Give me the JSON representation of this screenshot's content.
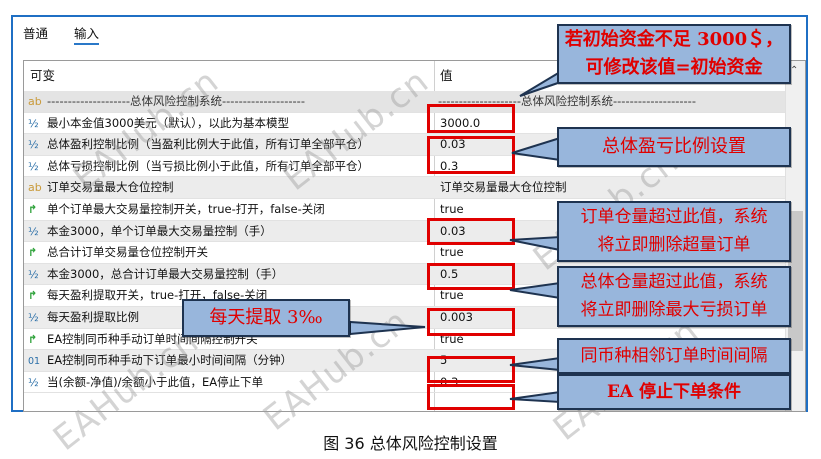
{
  "tabs": [
    {
      "label": "普通",
      "active": false
    },
    {
      "label": "输入",
      "active": true
    }
  ],
  "table": {
    "columns": {
      "variable": "可变",
      "value": "值"
    },
    "rows": [
      {
        "icon": "ab",
        "label": "--------------------总体风险控制系统--------------------",
        "value": "--------------------总体风险控制系统--------------------",
        "type": "section"
      },
      {
        "icon": "½",
        "label": "最小本金值3000美元（默认），以此为基本模型",
        "value": "3000.0",
        "type": "double"
      },
      {
        "icon": "½",
        "label": "总体盈利控制比例（当盈利比例大于此值，所有订单全部平仓）",
        "value": "0.03",
        "type": "double"
      },
      {
        "icon": "½",
        "label": "总体亏损控制比例（当亏损比例小于此值，所有订单全部平仓）",
        "value": "0.3",
        "type": "double"
      },
      {
        "icon": "ab",
        "label": "订单交易量最大仓位控制",
        "value": "订单交易量最大仓位控制",
        "type": "string"
      },
      {
        "icon": "↱",
        "label": "单个订单最大交易量控制开关，true-打开，false-关闭",
        "value": "true",
        "type": "bool"
      },
      {
        "icon": "½",
        "label": "本金3000，单个订单最大交易量控制（手）",
        "value": "0.03",
        "type": "double"
      },
      {
        "icon": "↱",
        "label": "总合计订单交易量仓位控制开关",
        "value": "true",
        "type": "bool"
      },
      {
        "icon": "½",
        "label": "本金3000，总合计订单最大交易量控制（手）",
        "value": "0.5",
        "type": "double"
      },
      {
        "icon": "↱",
        "label": "每天盈利提取开关，true-打开，false-关闭",
        "value": "true",
        "type": "bool"
      },
      {
        "icon": "½",
        "label": "每天盈利提取比例",
        "value": "0.003",
        "type": "double"
      },
      {
        "icon": "↱",
        "label": "EA控制同币种手动订单时间间隔控制开关",
        "value": "true",
        "type": "bool"
      },
      {
        "icon": "01",
        "label": "EA控制同币种手动下订单最小时间间隔（分钟）",
        "value": "5",
        "type": "int"
      },
      {
        "icon": "½",
        "label": "当(余额-净值)/余额小于此值，EA停止下单",
        "value": "0.3",
        "type": "double"
      }
    ]
  },
  "callouts": {
    "initial_capital": {
      "line1": "若初始资金不足 3000＄，",
      "line2": "可修改该值=初始资金"
    },
    "profit_loss": {
      "line1": "总体盈亏比例设置"
    },
    "single_order": {
      "line1": "订单仓量超过此值，系统",
      "line2": "将立即删除超量订单"
    },
    "total_order": {
      "line1": "总体仓量超过此值，系统",
      "line2": "将立即删除最大亏损订单"
    },
    "daily_withdraw": {
      "line1": "每天提取 3‰"
    },
    "interval": {
      "line1": "同币种相邻订单时间间隔"
    },
    "stop_condition": {
      "line1": "EA 停止下单条件"
    }
  },
  "colors": {
    "frame": "#1f6fc4",
    "callout_bg": "#98b6dc",
    "callout_text": "#e00000",
    "highlight_box": "#e00000"
  },
  "watermark": "EAHub.cn",
  "caption": "图 36  总体风险控制设置"
}
